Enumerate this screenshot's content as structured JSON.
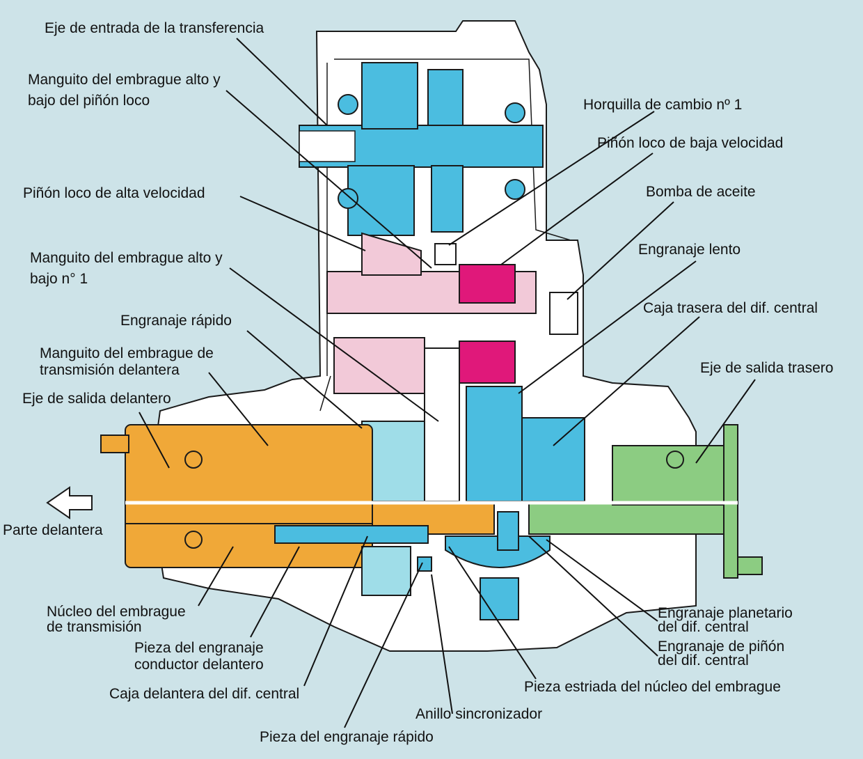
{
  "palette": {
    "background": "#cde3e8",
    "housing": "#ffffff",
    "outline": "#1a1a1a",
    "blue": "#4bbde0",
    "pink": "#f2c9d8",
    "magenta": "#e0187a",
    "orange": "#f0a838",
    "green": "#8ccc82",
    "light_blue": "#9fdde8"
  },
  "labels": {
    "eje_entrada": "Eje de entrada de la transferencia",
    "manguito_alto_bajo_loco_1": "Manguito del embrague alto y",
    "manguito_alto_bajo_loco_2": "bajo del piñón loco",
    "horquilla": "Horquilla de cambio nº 1",
    "pinon_baja": "Piñón loco de baja velocidad",
    "pinon_alta": "Piñón loco de alta velocidad",
    "bomba": "Bomba de aceite",
    "manguito_n1_1": "Manguito del embrague alto y",
    "manguito_n1_2": "bajo n° 1",
    "engranaje_lento": "Engranaje lento",
    "caja_trasera": "Caja trasera del dif. central",
    "engranaje_rapido": "Engranaje rápido",
    "manguito_delantera_1": "Manguito del embrague de",
    "manguito_delantera_2": "transmisión delantera",
    "eje_salida_trasero": "Eje de salida trasero",
    "eje_salida_delantero": "Eje de salida delantero",
    "parte_delantera": "Parte delantera",
    "nucleo_1": "Núcleo del embrague",
    "nucleo_2": "de transmisión",
    "pieza_conductor_1": "Pieza del engranaje",
    "pieza_conductor_2": "conductor delantero",
    "caja_delantera": "Caja delantera del dif. central",
    "anillo": "Anillo sincronizador",
    "pieza_rapido": "Pieza del engranaje rápido",
    "planetario_1": "Engranaje planetario",
    "planetario_2": "del dif. central",
    "pinon_dif_1": "Engranaje de piñón",
    "pinon_dif_2": "del dif. central",
    "pieza_estriada": "Pieza estriada del núcleo del embrague"
  }
}
